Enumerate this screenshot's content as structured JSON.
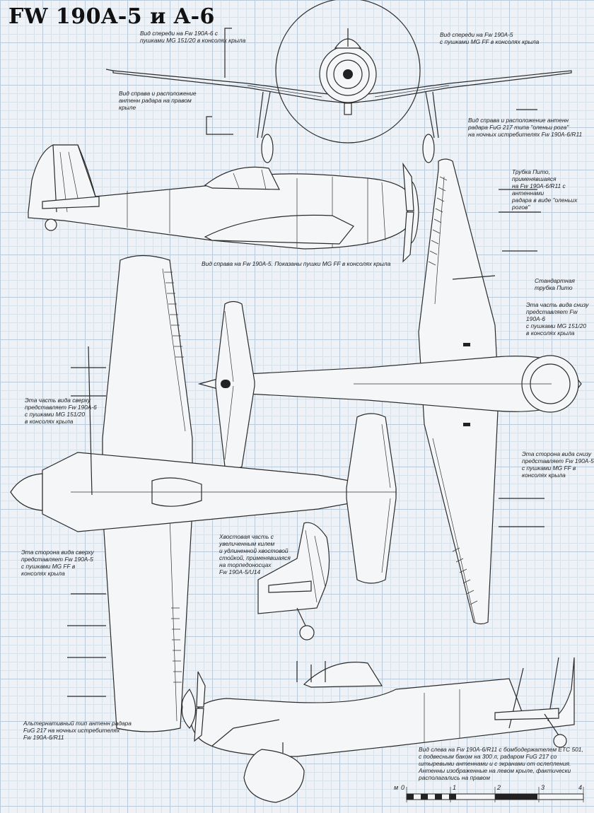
{
  "title": "FW 190A-5 и A-6",
  "captions": {
    "front_a6": "Вид спереди на Fw 190A-6 с\nпушками MG 151/20 в консолях крыла",
    "front_a5": "Вид спереди на Fw 190A-5\nс пушками MG FF в консолях крыла",
    "radar_right": "Вид справа и расположение\nантенн радара на правом\nкрыле",
    "radar_fug217": "Вид справа и расположение антенн\nрадара FuG 217 типа \"оленьи рога\"\nна ночных истребителях Fw 190A-6/R11",
    "pitot_deer": "Трубка Пито, применявшаяся\nна Fw 190A-6/R11 с антеннами\nрадара в виде \"оленьих рогов\"",
    "side_right": "Вид справа на Fw 190A-5. Показаны пушки MG FF в консолях крыла",
    "pitot_std": "Стандартная\nтрубка Пито",
    "bottom_a6": "Эта часть вида снизу\nпредставляет Fw 190A-6\nс пушками MG 151/20\nв консолях крыла",
    "top_a6": "Эта часть вида сверху\nпредставляет Fw 190A-6\nс пушками MG 151/20\nв консолях крыла",
    "bottom_a5": "Эта сторона вида снизу\nпредставляет Fw 190A-5\nс пушками MG FF в\nконсолях крыла",
    "tail": "Хвостовая часть с\nувеличенным килем\nи удлиненной хвостовой\nстойкой, применявшаяся\nна торпедоносцах\nFw 190A-5/U14",
    "top_a5": "Эта сторона вида сверху\nпредставляет Fw 190A-5\nс пушками MG FF в\nконсолях крыла",
    "alt_antenna": "Альтернативный тип антенн радара\nFuG 217 на ночных истребителях\nFw 190A-6/R11",
    "side_left": "Вид слева на Fw 190A-6/R11 с бомбодержателем ETC 501,\nс подвесным баком на 300 л, радаром FuG 217 со\nштыревыми антеннами и с экранами от ослепления.\nАнтенны изображенные на левом крыле, фактически\nрасполагались на правом"
  },
  "scale": {
    "unit": "м",
    "ticks": [
      "0",
      "1",
      "2",
      "3",
      "4"
    ]
  }
}
